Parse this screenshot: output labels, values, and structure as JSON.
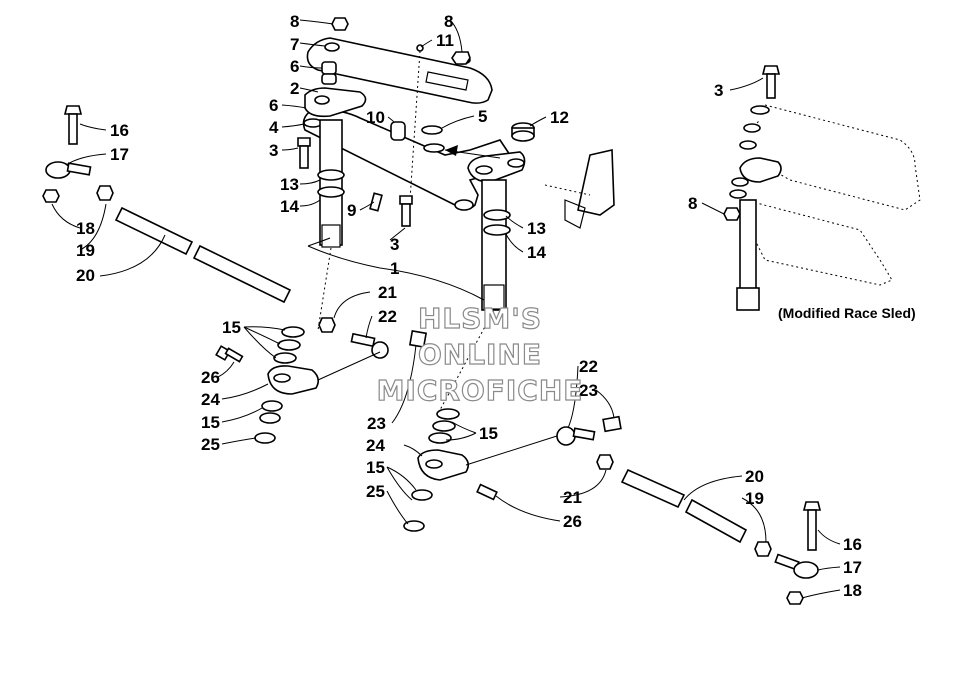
{
  "diagram": {
    "inset_caption": "(Modified Race Sled)",
    "watermark": [
      "HLSM'S",
      "ONLINE",
      "MICROFICHE"
    ],
    "callouts": [
      {
        "id": "c8a",
        "text": "8"
      },
      {
        "id": "c7",
        "text": "7"
      },
      {
        "id": "c6a",
        "text": "6"
      },
      {
        "id": "c2",
        "text": "2"
      },
      {
        "id": "c6b",
        "text": "6"
      },
      {
        "id": "c4",
        "text": "4"
      },
      {
        "id": "c3a",
        "text": "3"
      },
      {
        "id": "c13a",
        "text": "13"
      },
      {
        "id": "c14a",
        "text": "14"
      },
      {
        "id": "c8b",
        "text": "8"
      },
      {
        "id": "c11",
        "text": "11"
      },
      {
        "id": "c10",
        "text": "10"
      },
      {
        "id": "c5",
        "text": "5"
      },
      {
        "id": "c12",
        "text": "12"
      },
      {
        "id": "c9",
        "text": "9"
      },
      {
        "id": "c3b",
        "text": "3"
      },
      {
        "id": "c13b",
        "text": "13"
      },
      {
        "id": "c14b",
        "text": "14"
      },
      {
        "id": "c1",
        "text": "1"
      },
      {
        "id": "c16a",
        "text": "16"
      },
      {
        "id": "c17a",
        "text": "17"
      },
      {
        "id": "c18a",
        "text": "18"
      },
      {
        "id": "c19a",
        "text": "19"
      },
      {
        "id": "c20a",
        "text": "20"
      },
      {
        "id": "c21a",
        "text": "21"
      },
      {
        "id": "c22a",
        "text": "22"
      },
      {
        "id": "c15a",
        "text": "15"
      },
      {
        "id": "c26a",
        "text": "26"
      },
      {
        "id": "c24a",
        "text": "24"
      },
      {
        "id": "c15b",
        "text": "15"
      },
      {
        "id": "c25a",
        "text": "25"
      },
      {
        "id": "c23a",
        "text": "23"
      },
      {
        "id": "c22b",
        "text": "22"
      },
      {
        "id": "c23b",
        "text": "23"
      },
      {
        "id": "c15c",
        "text": "15"
      },
      {
        "id": "c24b",
        "text": "24"
      },
      {
        "id": "c15d",
        "text": "15"
      },
      {
        "id": "c25b",
        "text": "25"
      },
      {
        "id": "c21b",
        "text": "21"
      },
      {
        "id": "c26b",
        "text": "26"
      },
      {
        "id": "c20b",
        "text": "20"
      },
      {
        "id": "c19b",
        "text": "19"
      },
      {
        "id": "c16b",
        "text": "16"
      },
      {
        "id": "c17b",
        "text": "17"
      },
      {
        "id": "c18b",
        "text": "18"
      },
      {
        "id": "c3c",
        "text": "3"
      },
      {
        "id": "c8c",
        "text": "8"
      }
    ]
  }
}
